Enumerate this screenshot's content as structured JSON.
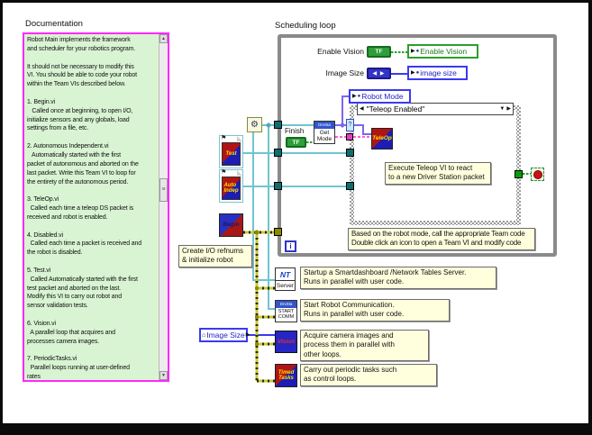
{
  "glyphs": {
    "up_arrow": "▲",
    "down_arrow": "▼",
    "left_arrow": "◀",
    "right_arrow": "▶",
    "both_arrows": "◀ ▶",
    "globe": "●",
    "house": "⌂",
    "gear": "⚙",
    "flag": "⚑",
    "thumb_grip": "≡",
    "question": "?"
  },
  "documentation": {
    "label": "Documentation",
    "body": "Robot Main implements the framework\nand scheduler for your robotics program.\n\nIt should not be necessary to modify this\nVI. You should be able to code your robot\nwithin the Team VIs described below.\n\n1. Begin.vi\n   Called once at beginning, to open I/O,\ninitialize sensors and any globals, load\nsettings from a file, etc.\n\n2. Autonomous Independent.vi\n   Automatically started with the first\npacket of autonomous and aborted on the\nlast packet. Write this Team VI to loop for\nthe entirety of the autonomous period.\n\n3. TeleOp.vi\n  Called each time a teleop DS packet is\nreceived and robot is enabled.\n\n4. Disabled.vi\n  Called each time a packet is received and\nthe robot is disabled.\n\n5. Test.vi\n  Called Automatically started with the first\ntest packet and aborted on the last.\nModify this VI to carry out robot and\nsensor validation tests.\n\n6. Vision.vi\n  A parallel loop that acquires and\nprocesses camera images.\n\n7. PeriodicTasks.vi\n  Parallel loops running at user-defined\nrates"
  },
  "scheduling": {
    "label": "Scheduling loop",
    "enable_vision_label": "Enable Vision",
    "enable_vision_global": "Enable Vision",
    "image_size_label": "Image Size",
    "image_size_global": "image size",
    "robot_mode_global": "Robot Mode",
    "case_selector": "\"Teleop Enabled\"",
    "finish_label": "Finish",
    "tf": "TF",
    "get_mode_header": "DrvSta",
    "get_mode_body": "Get\nMode",
    "teleop_icon_label": "TeleOp",
    "iteration_label": "i",
    "execute_comment": "Execute Teleop VI to react\nto a new Driver Station packet",
    "mode_comment": "Based on the robot mode, call the appropriate Team code\nDouble click an icon to open a Team VI and modify code"
  },
  "init": {
    "test_icon_label": "Test",
    "auto_icon_label": "Auto\nIndep",
    "begin_icon_label": "Begin",
    "refnums_comment": "Create I/O refnums\n& initialize robot",
    "image_size_local": "Image Size"
  },
  "parallel": [
    {
      "icon_header": "NT",
      "icon_label": "Server",
      "comment": "Startup a Smartdashboard /Network Tables Server.\nRuns in parallel with user code."
    },
    {
      "icon_header": "DrvSta",
      "icon_label": "START\nCOMM",
      "comment": "Start Robot Communication.\nRuns in parallel with user code."
    },
    {
      "icon_header": "",
      "icon_label": "Vision",
      "comment": "Acquire camera images and\nprocess them in parallel with\nother loops."
    },
    {
      "icon_header": "",
      "icon_label": "Timed\nTasks",
      "comment": "Carry out periodic tasks such\nas control loops."
    }
  ],
  "colors": {
    "doc_bg": "#D9F4D3",
    "doc_border": "#FF28FF",
    "comment_bg": "#FFFFDE",
    "loop_border": "#8A8A8A",
    "wire_refnum": "#6FC5CF",
    "wire_error": "#C8C832",
    "wire_bool": "#2AA02A",
    "wire_numeric": "#3A3AF0",
    "wire_cluster": "#FF5FD2",
    "wire_mode": "#7B68EE",
    "stop_red": "#D01010"
  }
}
